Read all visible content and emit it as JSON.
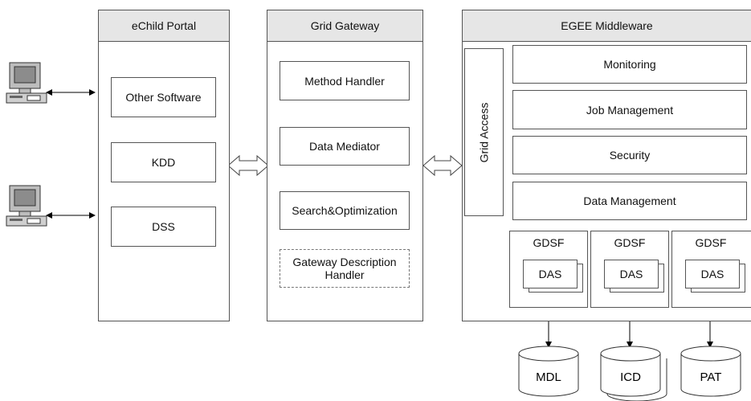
{
  "portal": {
    "title": "eChild Portal",
    "items": [
      "Other Software",
      "KDD",
      "DSS"
    ]
  },
  "gateway": {
    "title": "Grid Gateway",
    "items": [
      "Method Handler",
      "Data Mediator",
      "Search&Optimization"
    ],
    "description_line1": "Gateway Description",
    "description_line2": "Handler"
  },
  "middleware": {
    "title": "EGEE Middleware",
    "grid_access": "Grid Access",
    "services": [
      "Monitoring",
      "Job Management",
      "Security",
      "Data Management"
    ],
    "gdsf_units": [
      {
        "gdsf": "GDSF",
        "das": "DAS",
        "db": "MDL"
      },
      {
        "gdsf": "GDSF",
        "das": "DAS",
        "db": "ICD"
      },
      {
        "gdsf": "GDSF",
        "das": "DAS",
        "db": "PAT"
      }
    ]
  },
  "icons": {
    "client": "desktop-computer-icon",
    "database": "database-cylinder-icon",
    "double_arrow": "double-arrow-icon"
  }
}
